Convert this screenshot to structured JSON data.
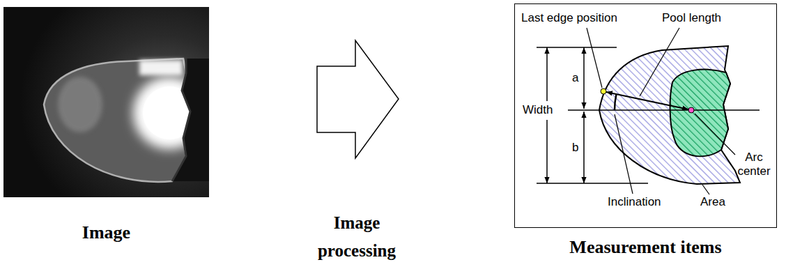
{
  "diagram": {
    "nodes": [
      {
        "text": [
          "Image"
        ]
      },
      {
        "text": [
          "Measurement items"
        ]
      }
    ],
    "labels": [
      "Last edge position",
      "Pool length",
      "a",
      "Width",
      "b",
      "Arc center",
      "Inclination",
      "Area",
      "Image processing"
    ]
  }
}
